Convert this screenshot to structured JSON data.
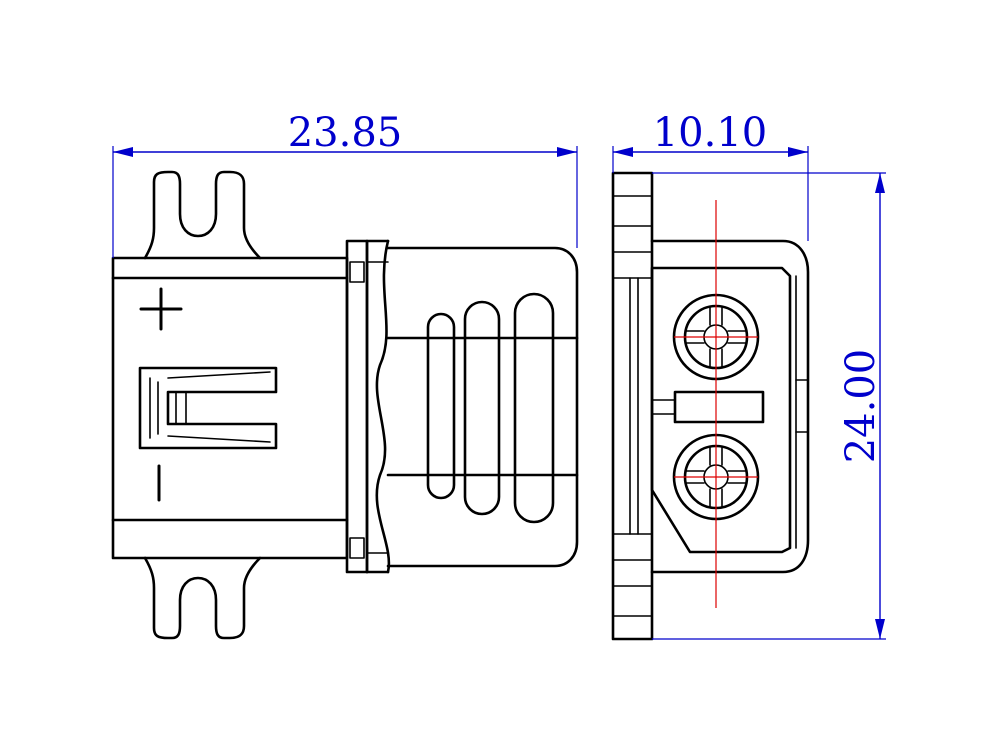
{
  "dimensions": {
    "side_width": "23.85",
    "end_width": "10.10",
    "end_height": "24.00"
  },
  "colors": {
    "dimension": "#0000cc",
    "centerline": "#dd0000",
    "outline": "#000000"
  },
  "polarity": {
    "positive_symbol": "plus",
    "negative_symbol": "minus"
  }
}
